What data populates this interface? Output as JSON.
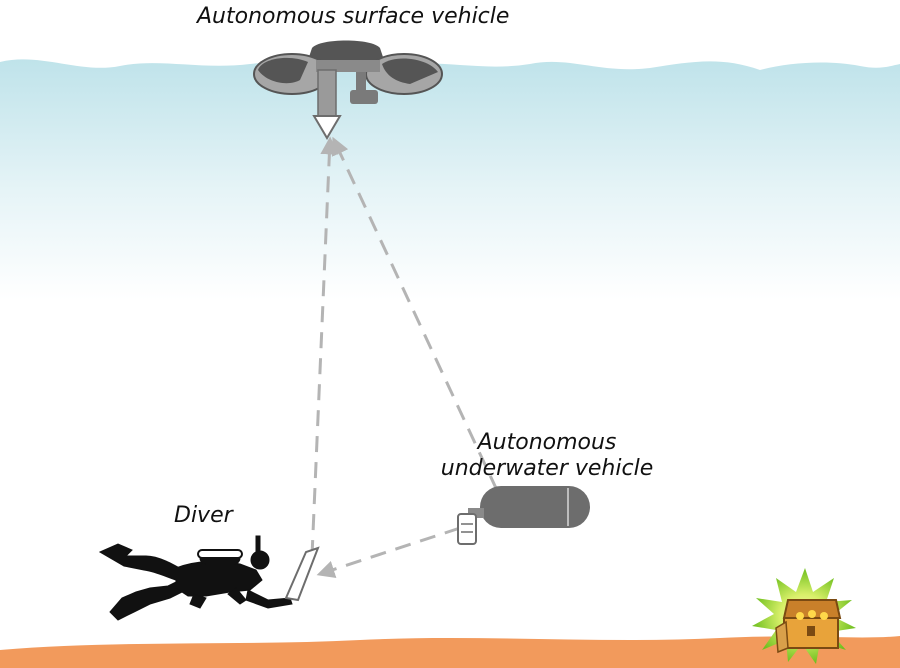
{
  "labels": {
    "surface_vehicle": "Autonomous surface vehicle",
    "underwater_vehicle_line1": "Autonomous",
    "underwater_vehicle_line2": "underwater vehicle",
    "diver": "Diver"
  },
  "icons": {
    "surface_vehicle": "surface-vehicle-icon",
    "underwater_vehicle": "underwater-vehicle-icon",
    "diver": "diver-icon",
    "treasure_chest": "treasure-chest-icon"
  },
  "colors": {
    "water_top": "#bfe3ea",
    "water_bottom": "#ffffff",
    "seabed": "#f29a5c",
    "vehicle_dark": "#6d6d6d",
    "vehicle_light": "#a6a6a6",
    "link_arrow": "#b4b4b4",
    "diver": "#111111",
    "burst": "#8ccf2e",
    "chest": "#e8a33a"
  }
}
